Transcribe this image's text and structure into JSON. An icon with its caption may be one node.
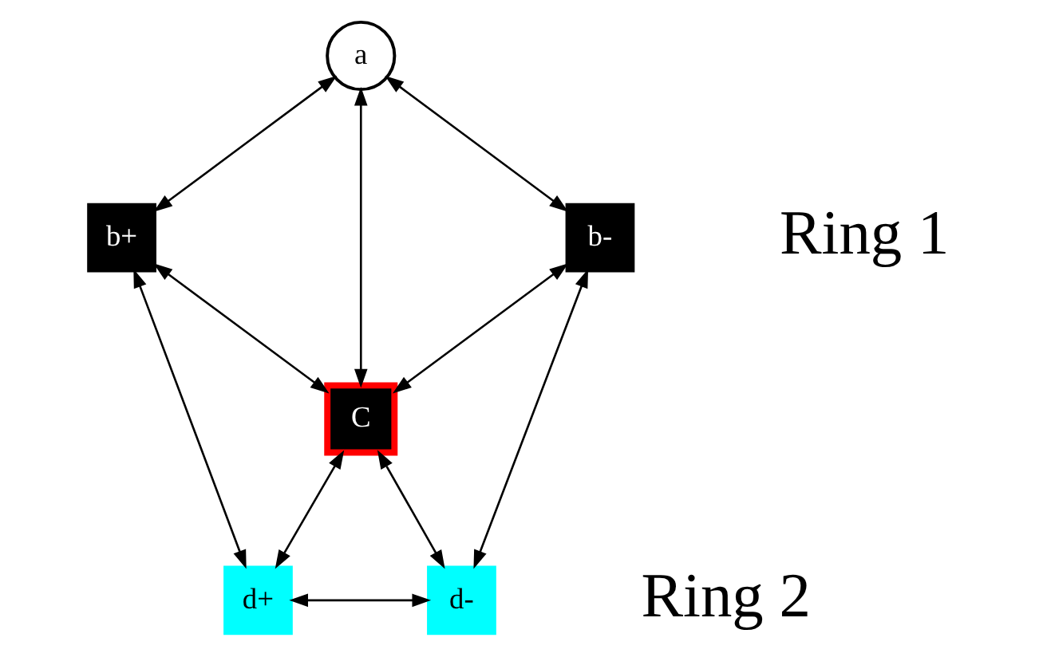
{
  "diagram": {
    "nodes": [
      {
        "text": [
          "a"
        ]
      },
      {
        "text": [
          "b+"
        ]
      },
      {
        "text": [
          "b-"
        ]
      },
      {
        "text": [
          "C"
        ]
      },
      {
        "text": [
          "d+"
        ]
      },
      {
        "text": [
          "d-"
        ]
      }
    ],
    "edges": [
      {
        "from": 0,
        "to": 1,
        "arrow": "both"
      },
      {
        "from": 0,
        "to": 3,
        "arrow": "both"
      },
      {
        "from": 0,
        "to": 2,
        "arrow": "both"
      },
      {
        "from": 1,
        "to": 3,
        "arrow": "both"
      },
      {
        "from": 2,
        "to": 3,
        "arrow": "both"
      },
      {
        "from": 1,
        "to": 4,
        "arrow": "both"
      },
      {
        "from": 2,
        "to": 5,
        "arrow": "both"
      },
      {
        "from": 3,
        "to": 4,
        "arrow": "both"
      },
      {
        "from": 3,
        "to": 5,
        "arrow": "both"
      },
      {
        "from": 4,
        "to": 5,
        "arrow": "both"
      }
    ],
    "labels": [
      "Ring 1",
      "Ring 2"
    ]
  }
}
